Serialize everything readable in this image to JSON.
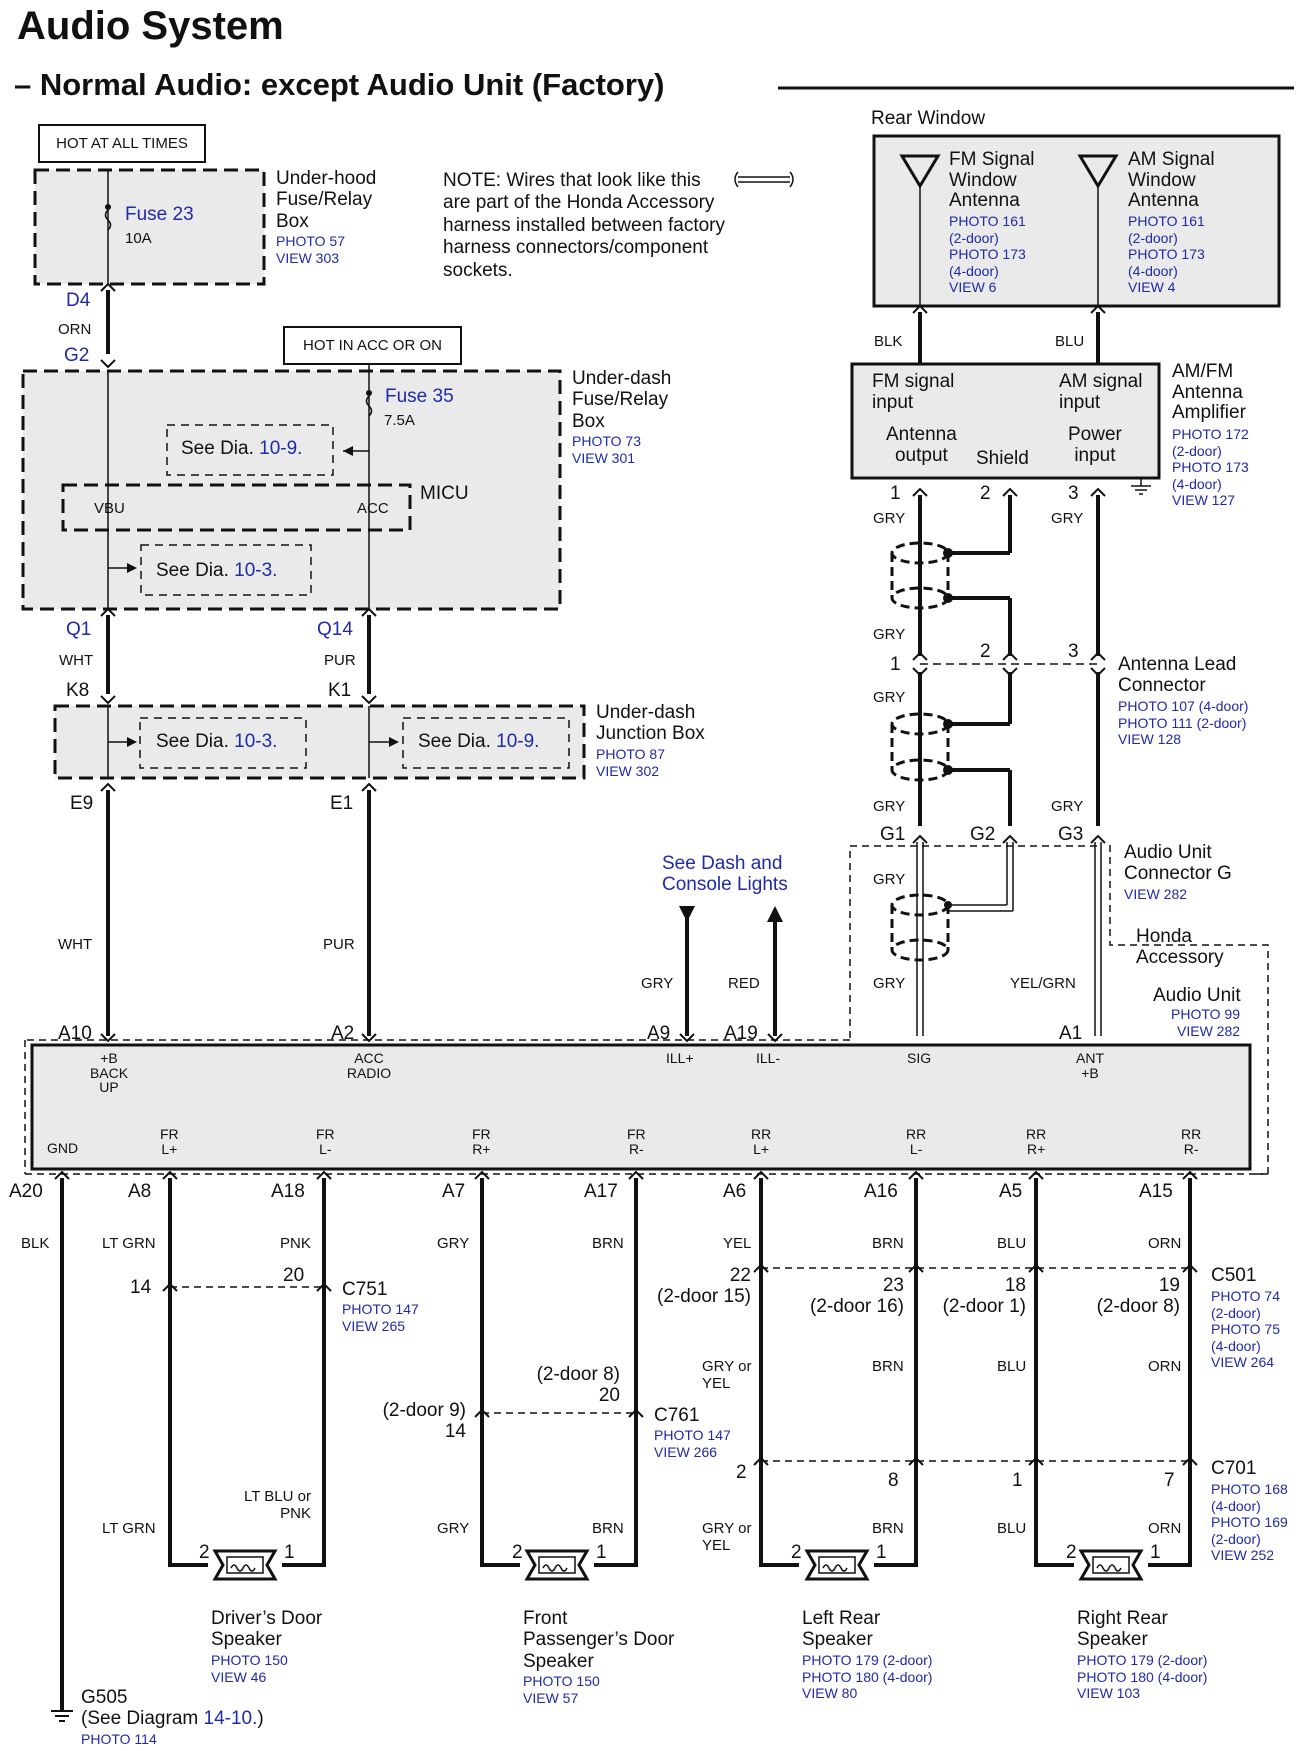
{
  "header": {
    "title": "Audio System",
    "subtitle": "– Normal Audio: except Audio Unit (Factory)"
  },
  "hot_labels": {
    "all_times": "HOT AT ALL TIMES",
    "acc_on": "HOT IN ACC OR ON"
  },
  "note": "NOTE: Wires that look like this\nare part of the Honda Accessory\nharness installed between factory\nharness connectors/component\nsockets.",
  "underhood": {
    "name": "Under-hood\nFuse/Relay\nBox",
    "fuse": "Fuse 23",
    "rating": "10A",
    "photo": "PHOTO 57",
    "view": "VIEW 303"
  },
  "underdash_fuse": {
    "name": "Under-dash\nFuse/Relay\nBox",
    "fuse": "Fuse 35",
    "rating": "7.5A",
    "photo": "PHOTO 73",
    "view": "VIEW 301",
    "micu": "MICU",
    "vbu": "VBU",
    "acc": "ACC",
    "see1_prefix": "See  Dia.",
    "see1_ref": "10-9.",
    "see2_prefix": "See  Dia.",
    "see2_ref": "10-3."
  },
  "junction": {
    "name": "Under-dash\nJunction Box",
    "photo": "PHOTO 87",
    "view": "VIEW 302",
    "see1_prefix": "See  Dia.",
    "see1_ref": "10-3.",
    "see2_prefix": "See  Dia.",
    "see2_ref": "10-9."
  },
  "pins": {
    "d4": "D4",
    "g2": "G2",
    "q1": "Q1",
    "q14": "Q14",
    "k8": "K8",
    "k1": "K1",
    "e9": "E9",
    "e1": "E1",
    "a10": "A10",
    "a2": "A2",
    "a9": "A9",
    "a19": "A19",
    "a1": "A1",
    "g1": "G1",
    "g2b": "G2",
    "g3": "G3",
    "a20": "A20",
    "a8": "A8",
    "a18": "A18",
    "a7": "A7",
    "a17": "A17",
    "a6": "A6",
    "a16": "A16",
    "a5": "A5",
    "a15": "A15"
  },
  "wires": {
    "orn": "ORN",
    "wht1": "WHT",
    "pur1": "PUR",
    "wht2": "WHT",
    "pur2": "PUR",
    "gry_ill": "GRY",
    "red_ill": "RED",
    "blk_fm": "BLK",
    "blu_am": "BLU",
    "gry_p1": "GRY",
    "gry_p3": "GRY",
    "gry_s1": "GRY",
    "gry_s2": "GRY",
    "gry_s3": "GRY",
    "gry_g3": "GRY",
    "gry_s4": "GRY",
    "gry_s5": "GRY",
    "yelgrn": "YEL/GRN",
    "blk_gnd": "BLK",
    "ltgrn1": "LT GRN",
    "pnk": "PNK",
    "gry1": "GRY",
    "brn1": "BRN",
    "yel": "YEL",
    "brn2": "BRN",
    "blu1": "BLU",
    "orn2": "ORN",
    "gryoryel1": "GRY or\nYEL",
    "brn3": "BRN",
    "blu2": "BLU",
    "orn3": "ORN",
    "ltgrn2": "LT GRN",
    "ltbluorpnk": "LT BLU or\nPNK",
    "gry2": "GRY",
    "brn4": "BRN",
    "gryoryel2": "GRY or\nYEL",
    "brn5": "BRN",
    "blu3": "BLU",
    "orn4": "ORN"
  },
  "dash_lights": "See Dash and\nConsole Lights",
  "rear_window": {
    "label": "Rear Window",
    "fm": "FM Signal\nWindow\nAntenna",
    "fm_refs": "PHOTO 161\n(2-door)\nPHOTO 173\n(4-door)\nVIEW 6",
    "am": "AM Signal\nWindow\nAntenna",
    "am_refs": "PHOTO 161\n(2-door)\nPHOTO 173\n(4-door)\nVIEW 4"
  },
  "amp": {
    "fm_in": "FM signal\ninput",
    "am_in": "AM signal\ninput",
    "ant_out": "Antenna\noutput",
    "shield": "Shield",
    "power": "Power\ninput",
    "name": "AM/FM\nAntenna\nAmplifier",
    "refs": "PHOTO 172\n(2-door)\nPHOTO 173\n(4-door)\nVIEW 127",
    "p1": "1",
    "p2": "2",
    "p3": "3"
  },
  "lead_conn": {
    "name": "Antenna Lead\nConnector",
    "refs": "PHOTO 107 (4-door)\nPHOTO 111 (2-door)\nVIEW 128",
    "p1": "1",
    "p2": "2",
    "p3": "3"
  },
  "conn_g": {
    "name": "Audio Unit\nConnector G",
    "view": "VIEW 282"
  },
  "honda_acc": "Honda\nAccessory",
  "audio_unit": {
    "name": "Audio Unit",
    "photo": "PHOTO 99",
    "view": "VIEW 282",
    "backup": "+B\nBACK\nUP",
    "radio": "ACC\nRADIO",
    "ill_plus": "ILL+",
    "ill_minus": "ILL-",
    "sig": "SIG",
    "ant": "ANT\n+B",
    "gnd": "GND",
    "frl_p": "FR\nL+",
    "frl_m": "FR\nL-",
    "frr_p": "FR\nR+",
    "frr_m": "FR\nR-",
    "rrl_p": "RR\nL+",
    "rrl_m": "RR\nL-",
    "rrr_p": "RR\nR+",
    "rrr_m": "RR\nR-"
  },
  "c751": {
    "name": "C751",
    "photo": "PHOTO 147",
    "view": "VIEW 265",
    "p14": "14",
    "p20": "20"
  },
  "c761": {
    "name": "C761",
    "photo": "PHOTO 147",
    "view": "VIEW 266",
    "p14": "(2-door 9)\n14",
    "p20": "(2-door 8)\n20"
  },
  "c501": {
    "name": "C501",
    "refs": "PHOTO 74\n(2-door)\nPHOTO 75\n(4-door)\nVIEW 264",
    "p22": "22\n(2-door 15)",
    "p23": "23\n(2-door 16)",
    "p18": "18\n(2-door 1)",
    "p19": "19\n(2-door 8)"
  },
  "c701": {
    "name": "C701",
    "refs": "PHOTO 168\n(4-door)\nPHOTO 169\n(2-door)\nVIEW 252",
    "p2": "2",
    "p8": "8",
    "p1": "1",
    "p7": "7"
  },
  "speakers": [
    {
      "name": "Driver’s Door\nSpeaker",
      "refs": "PHOTO 150\nVIEW 46"
    },
    {
      "name": "Front\nPassenger’s Door\nSpeaker",
      "refs": "PHOTO 150\nVIEW 57"
    },
    {
      "name": "Left Rear\nSpeaker",
      "refs": "PHOTO 179 (2-door)\nPHOTO 180 (4-door)\nVIEW 80"
    },
    {
      "name": "Right Rear\nSpeaker",
      "refs": "PHOTO 179 (2-door)\nPHOTO 180 (4-door)\nVIEW 103"
    }
  ],
  "spk_pins": {
    "two": "2",
    "one": "1"
  },
  "ground": {
    "name": "G505",
    "see_prefix": "(See Diagram",
    "see_ref": "14-10.",
    "see_suffix": ")",
    "photo": "PHOTO 114"
  }
}
